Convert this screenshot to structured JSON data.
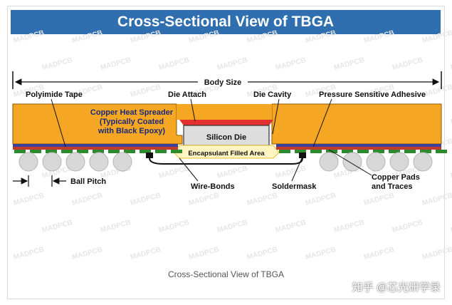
{
  "title": "Cross-Sectional View of TBGA",
  "caption": "Cross-Sectional View of TBGA",
  "credit": "知乎 @芯光研学录",
  "watermark": "MADPCB",
  "labels": {
    "body_size": "Body Size",
    "polyimide_tape": "Polyimide Tape",
    "die_attach": "Die Attach",
    "die_cavity": "Die Cavity",
    "psa": "Pressure Sensitive Adhesive",
    "heat_spreader_1": "Copper Heat Spreader",
    "heat_spreader_2": "(Typically Coated",
    "heat_spreader_3": "with Black Epoxy)",
    "silicon_die": "Silicon Die",
    "encapsulant": "Encapsulant Filled Area",
    "ball_pitch": "Ball Pitch",
    "wire_bonds": "Wire-Bonds",
    "soldermask": "Soldermask",
    "copper_pads_1": "Copper Pads",
    "copper_pads_2": "and Traces"
  },
  "colors": {
    "title_bg": "#2f6fb0",
    "heat_spreader": "#f5a623",
    "tape": "#3b3f9e",
    "pads": "#2d8a2d",
    "die_attach": "#e23030",
    "silicon": "#dddddd",
    "ball": "#d8d8d8"
  }
}
